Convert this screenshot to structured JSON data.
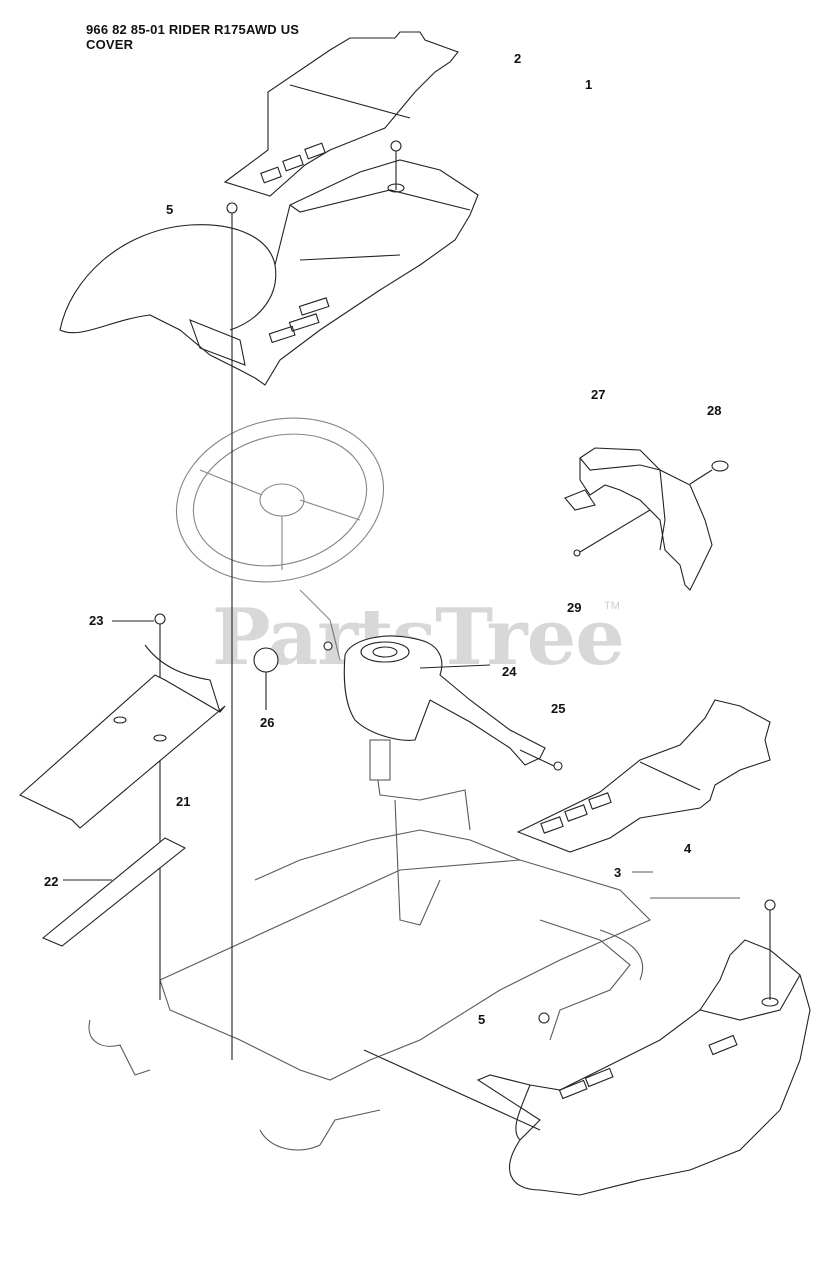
{
  "header": {
    "line1": "966 82 85-01 RIDER R175AWD US",
    "line2": "COVER"
  },
  "watermark": {
    "text": "PartsTree",
    "tm": "TM"
  },
  "callouts": {
    "c1": "1",
    "c2": "2",
    "c3": "3",
    "c4": "4",
    "c5a": "5",
    "c5b": "5",
    "c21": "21",
    "c22": "22",
    "c23": "23",
    "c24": "24",
    "c25": "25",
    "c26": "26",
    "c27": "27",
    "c28": "28",
    "c29": "29"
  }
}
